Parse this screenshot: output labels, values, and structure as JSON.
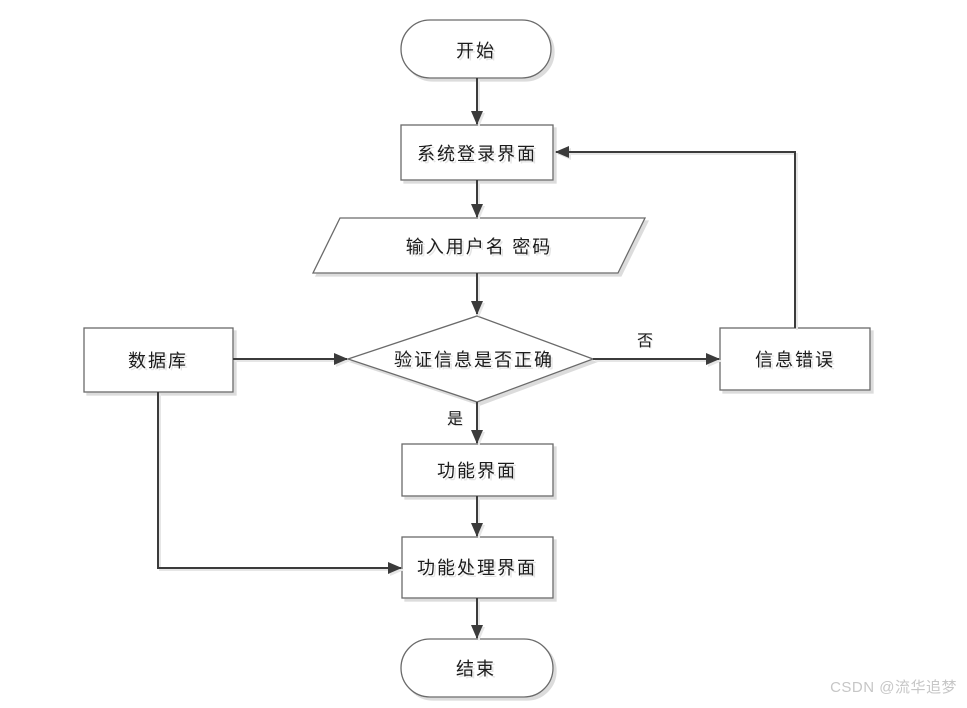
{
  "diagram": {
    "title": "login-system-flowchart",
    "colors": {
      "background": "#ffffff",
      "shape_border": "#6a6a6a",
      "shape_fill": "#ffffff",
      "connector": "#3a3a3a",
      "shadow": "#dcdcdc",
      "text": "#1c1c1c",
      "watermark": "#c6c6c6"
    },
    "nodes": {
      "start": {
        "label": "开始",
        "type": "terminator"
      },
      "login": {
        "label": "系统登录界面",
        "type": "process"
      },
      "input": {
        "label": "输入用户名 密码",
        "type": "io"
      },
      "verify": {
        "label": "验证信息是否正确",
        "type": "decision"
      },
      "database": {
        "label": "数据库",
        "type": "process"
      },
      "error": {
        "label": "信息错误",
        "type": "process"
      },
      "func": {
        "label": "功能界面",
        "type": "process"
      },
      "funcproc": {
        "label": "功能处理界面",
        "type": "process"
      },
      "end": {
        "label": "结束",
        "type": "terminator"
      }
    },
    "edges": [
      {
        "from": "start",
        "to": "login",
        "label": ""
      },
      {
        "from": "login",
        "to": "input",
        "label": ""
      },
      {
        "from": "input",
        "to": "verify",
        "label": ""
      },
      {
        "from": "verify",
        "to": "func",
        "label": "是"
      },
      {
        "from": "verify",
        "to": "error",
        "label": "否"
      },
      {
        "from": "error",
        "to": "login",
        "label": ""
      },
      {
        "from": "database",
        "to": "verify",
        "label": ""
      },
      {
        "from": "database",
        "to": "funcproc",
        "label": ""
      },
      {
        "from": "func",
        "to": "funcproc",
        "label": ""
      },
      {
        "from": "funcproc",
        "to": "end",
        "label": ""
      }
    ]
  },
  "watermark": {
    "text": "CSDN @流华追梦"
  }
}
